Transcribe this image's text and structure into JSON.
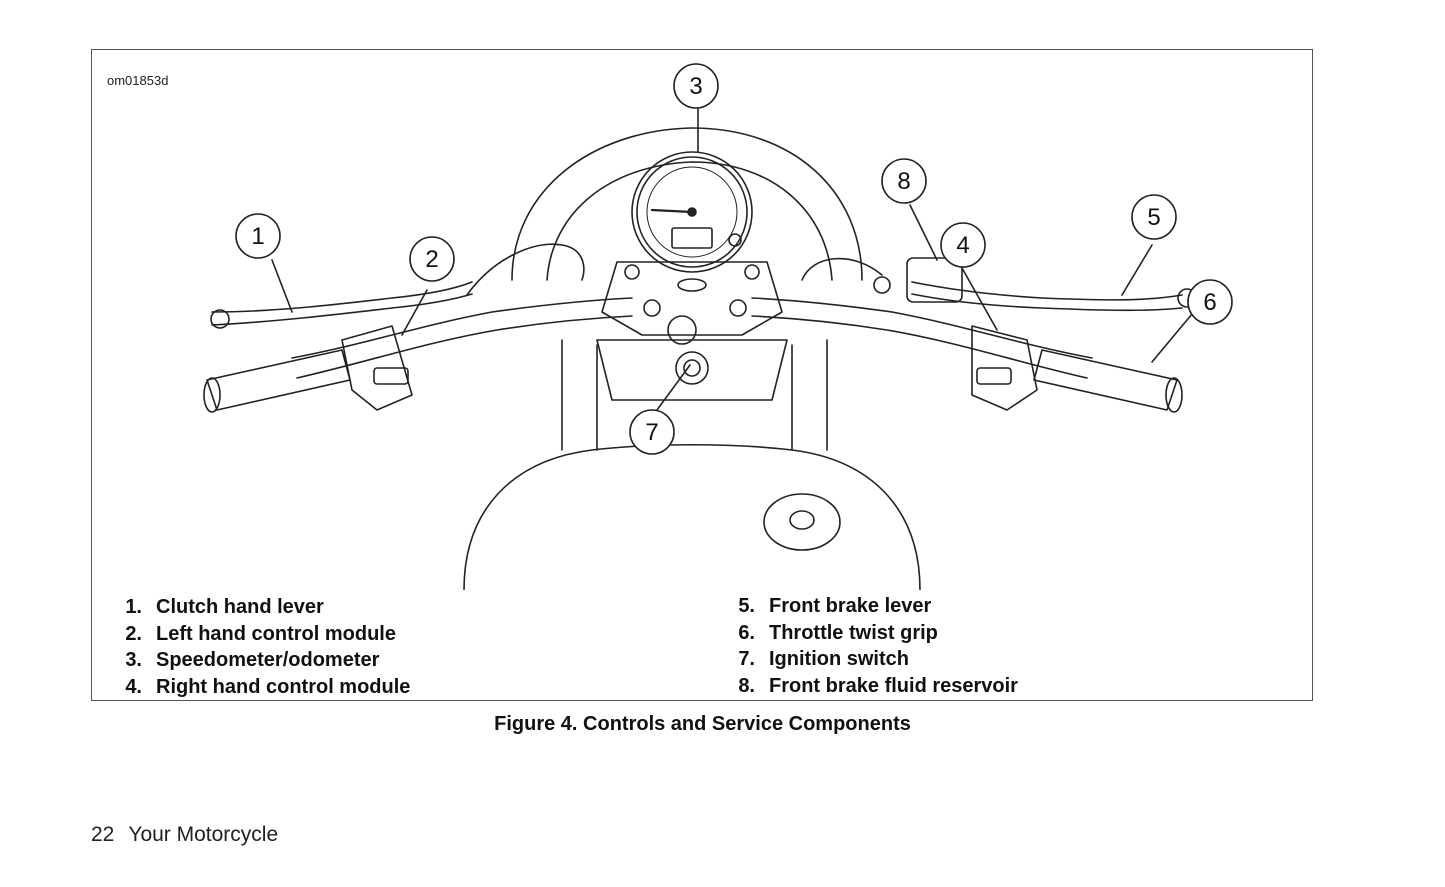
{
  "figure": {
    "id_code": "om01853d",
    "callouts": [
      "1",
      "2",
      "3",
      "4",
      "5",
      "6",
      "7",
      "8"
    ],
    "legend_left": [
      {
        "num": "1.",
        "label": "Clutch hand lever"
      },
      {
        "num": "2.",
        "label": "Left hand control module"
      },
      {
        "num": "3.",
        "label": "Speedometer/odometer"
      },
      {
        "num": "4.",
        "label": "Right hand control module"
      }
    ],
    "legend_right": [
      {
        "num": "5.",
        "label": "Front brake lever"
      },
      {
        "num": "6.",
        "label": "Throttle twist grip"
      },
      {
        "num": "7.",
        "label": "Ignition switch"
      },
      {
        "num": "8.",
        "label": "Front brake fluid reservoir"
      }
    ],
    "caption": "Figure 4. Controls and Service Components"
  },
  "footer": {
    "page_number": "22",
    "section_title": "Your Motorcycle"
  }
}
